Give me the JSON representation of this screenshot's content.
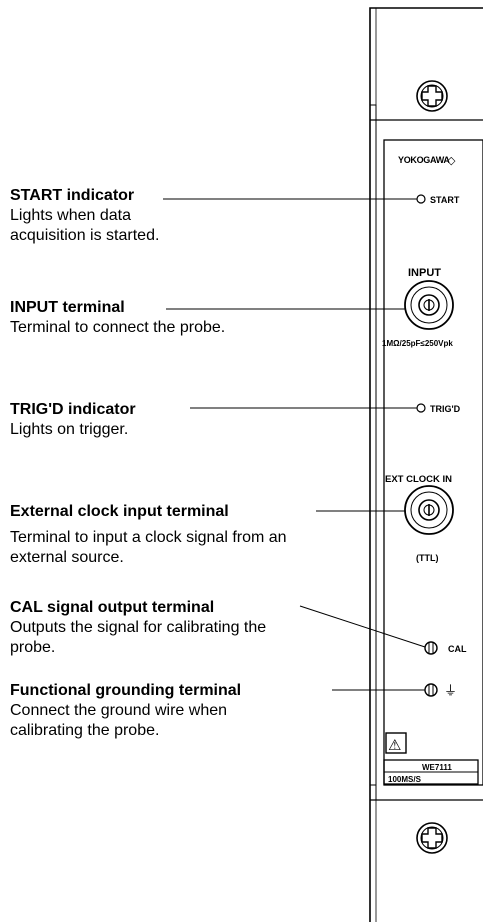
{
  "callouts": [
    {
      "title": "START indicator",
      "description": "Lights when data acquisition is started."
    },
    {
      "title": "INPUT terminal",
      "description": "Terminal to connect the probe."
    },
    {
      "title": "TRIG'D indicator",
      "description": "Lights on trigger."
    },
    {
      "title": "External clock input terminal",
      "description": "Terminal to input a clock signal from an external source."
    },
    {
      "title": "CAL signal output terminal",
      "description": "Outputs the signal for calibrating the probe."
    },
    {
      "title": "Functional grounding terminal",
      "description": "Connect the ground wire when calibrating the probe."
    }
  ],
  "panel": {
    "brand": "YOKOGAWA",
    "brand_mark": "◇",
    "start_label": "START",
    "input_label": "INPUT",
    "input_spec": "1MΩ/25pF≤250Vpk",
    "trigd_label": "TRIG'D",
    "ext_clock_label": "EXT CLOCK IN",
    "ttl_label": "(TTL)",
    "cal_label": "CAL",
    "ground_symbol": "⏚",
    "warning_symbol": "⚠",
    "model": "WE7111",
    "rate": "100MS/S"
  }
}
